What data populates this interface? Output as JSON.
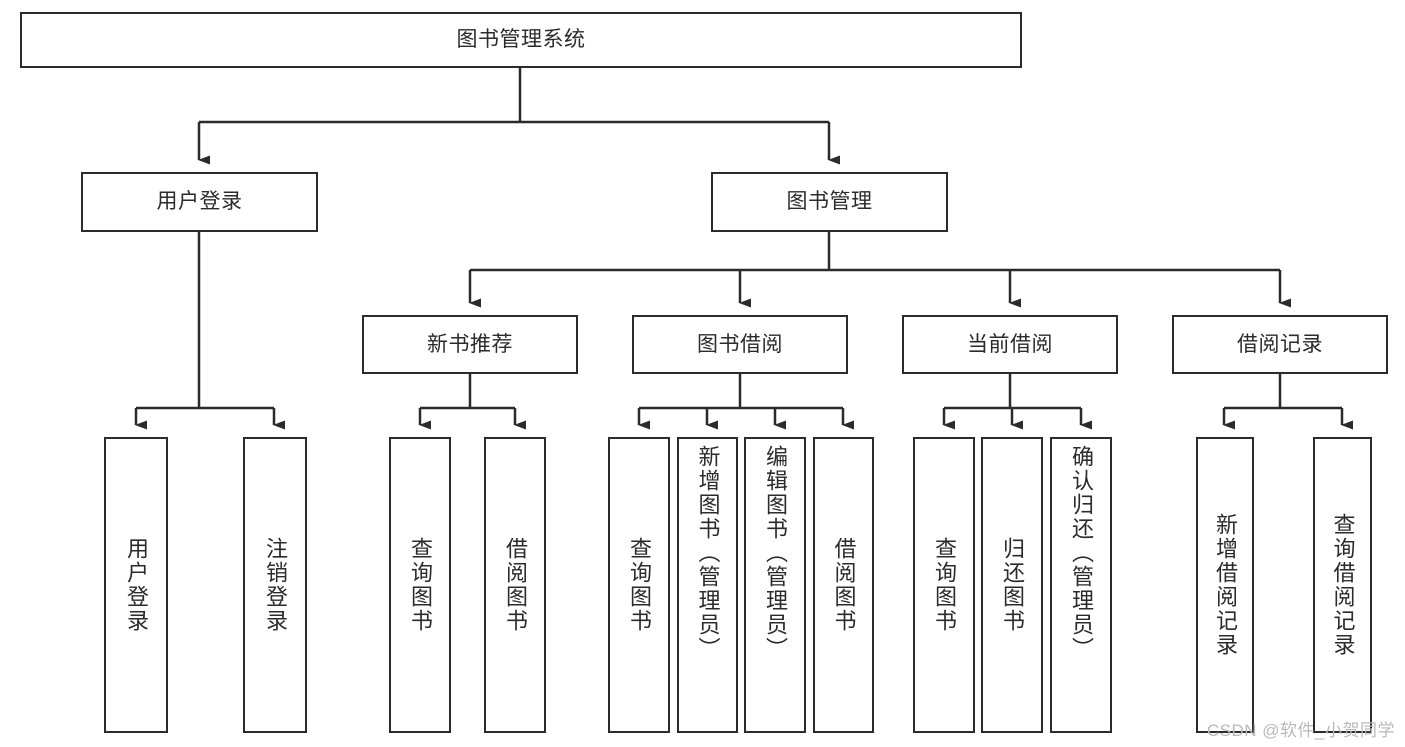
{
  "diagram": {
    "type": "tree-hierarchy",
    "orientation": "top-down",
    "root": {
      "id": "root",
      "label": "图书管理系统"
    },
    "level1": [
      {
        "id": "user-login",
        "label": "用户登录"
      },
      {
        "id": "book-management",
        "label": "图书管理"
      }
    ],
    "level2": [
      {
        "id": "new-book-recommend",
        "label": "新书推荐",
        "parent": "book-management"
      },
      {
        "id": "book-borrow",
        "label": "图书借阅",
        "parent": "book-management"
      },
      {
        "id": "current-borrow",
        "label": "当前借阅",
        "parent": "book-management"
      },
      {
        "id": "borrow-record",
        "label": "借阅记录",
        "parent": "book-management"
      }
    ],
    "leaves": {
      "user_login": [
        {
          "id": "leaf-user-login",
          "label": "用户登录"
        },
        {
          "id": "leaf-user-logout",
          "label": "注销登录"
        }
      ],
      "new_book_recommend": [
        {
          "id": "leaf-query-book-1",
          "label": "查询图书"
        },
        {
          "id": "leaf-borrow-book-1",
          "label": "借阅图书"
        }
      ],
      "book_borrow": [
        {
          "id": "leaf-query-book-2",
          "label": "查询图书"
        },
        {
          "id": "leaf-add-book",
          "label": "新增图书（管理员）"
        },
        {
          "id": "leaf-edit-book",
          "label": "编辑图书（管理员）"
        },
        {
          "id": "leaf-borrow-book-2",
          "label": "借阅图书"
        }
      ],
      "current_borrow": [
        {
          "id": "leaf-query-book-3",
          "label": "查询图书"
        },
        {
          "id": "leaf-return-book",
          "label": "归还图书"
        },
        {
          "id": "leaf-confirm-return",
          "label": "确认归还（管理员）"
        }
      ],
      "borrow_record": [
        {
          "id": "leaf-add-record",
          "label": "新增借阅记录"
        },
        {
          "id": "leaf-query-record",
          "label": "查询借阅记录"
        }
      ]
    }
  },
  "watermark": {
    "text": "CSDN @软件_小贺同学"
  },
  "colors": {
    "stroke": "#2b2b2b",
    "fill": "#ffffff",
    "text": "#2b2b2b",
    "watermark": "#b9b9b9"
  }
}
